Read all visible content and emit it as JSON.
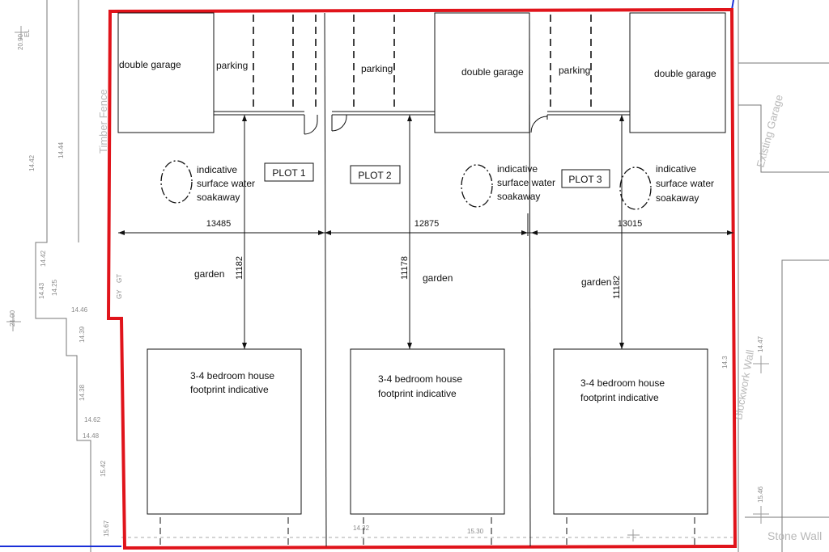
{
  "plan": {
    "plots": [
      {
        "label": "PLOT 1",
        "width_mm": "13485",
        "depth_mm": "11182"
      },
      {
        "label": "PLOT 2",
        "width_mm": "12875",
        "depth_mm": "11178"
      },
      {
        "label": "PLOT 3",
        "width_mm": "13015",
        "depth_mm": "11182"
      }
    ],
    "labels": {
      "double_garage": "double garage",
      "parking": "parking",
      "garden": "garden",
      "soakaway": [
        "indicative",
        "surface water",
        "soakaway"
      ],
      "house": [
        "3-4 bedroom house",
        "footprint indicative"
      ]
    },
    "surroundings": {
      "timber_fence": "Timber Fence",
      "existing_garage": "Existing Garage",
      "blockwork_wall": "Blockwork Wall",
      "stone_wall": "Stone Wall"
    },
    "levels": [
      "20.90",
      "14.42",
      "14.44",
      "14.42",
      "14.43",
      "21.00",
      "14.46",
      "14.39",
      "14.38",
      "14.62",
      "14.48",
      "15.42",
      "15.67",
      "15.30",
      "14.32",
      "14.25",
      "14.47",
      "15.46",
      "14.3"
    ],
    "survey_codes": [
      "EL",
      "GY",
      "GT"
    ],
    "colors": {
      "boundary": "#e0141b",
      "linework": "#111111",
      "survey_text": "#8a8a8a",
      "road_edge": "#1a2fd8"
    }
  }
}
